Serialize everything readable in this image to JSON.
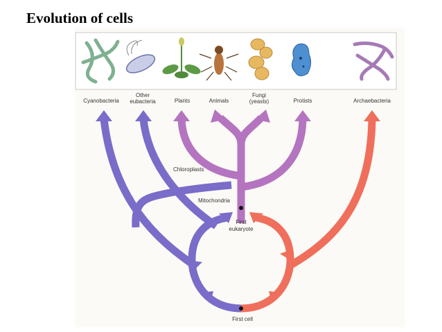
{
  "slide": {
    "title": "Evolution of cells"
  },
  "diagram": {
    "organisms": [
      {
        "line1": "Cyanobacteria",
        "line2": "",
        "icon": "cyanobacteria-icon"
      },
      {
        "line1": "Other",
        "line2": "eubacteria",
        "icon": "eubacteria-icon"
      },
      {
        "line1": "Plants",
        "line2": "",
        "icon": "plant-icon"
      },
      {
        "line1": "Animals",
        "line2": "",
        "icon": "fly-icon"
      },
      {
        "line1": "Fungi",
        "line2": "(yeasts)",
        "icon": "yeast-icon"
      },
      {
        "line1": "Protists",
        "line2": "",
        "icon": "protist-icon"
      },
      {
        "line1": "Archaebacteria",
        "line2": "",
        "icon": "archaebacteria-icon"
      }
    ],
    "events": {
      "chloroplasts": "Chloroplasts",
      "mitochondria": "Mitochondria",
      "first_eukaryote_line1": "First",
      "first_eukaryote_line2": "eukaryote",
      "first_cell": "First cell"
    },
    "colors": {
      "eubacteria_lineage": "#7a6cc9",
      "eukaryote_lineage": "#b474bf",
      "archaea_lineage": "#ef6f5c"
    }
  }
}
